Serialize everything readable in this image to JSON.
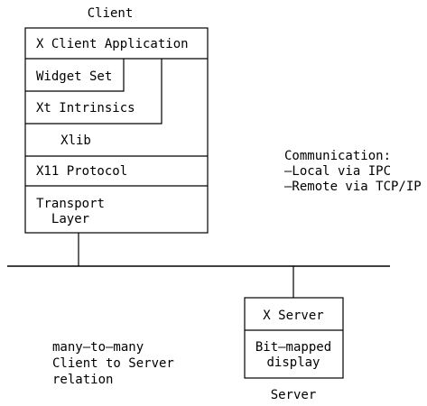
{
  "client": {
    "title": "Client",
    "layers": {
      "application": "X Client Application",
      "widget_set": "Widget Set",
      "intrinsics": "Xt Intrinsics",
      "xlib": "Xlib",
      "protocol": "X11 Protocol",
      "transport_line1": "Transport",
      "transport_line2": "Layer"
    }
  },
  "communication": {
    "heading": "Communication:",
    "local": "—Local via IPC",
    "remote": "—Remote via TCP/IP"
  },
  "server": {
    "box_title": "X Server",
    "display_line1": "Bit—mapped",
    "display_line2": "display",
    "caption": "Server"
  },
  "relation": {
    "line1": "many—to—many",
    "line2": "Client to Server",
    "line3": "relation"
  },
  "colors": {
    "ink": "#000000",
    "background": "#ffffff"
  }
}
